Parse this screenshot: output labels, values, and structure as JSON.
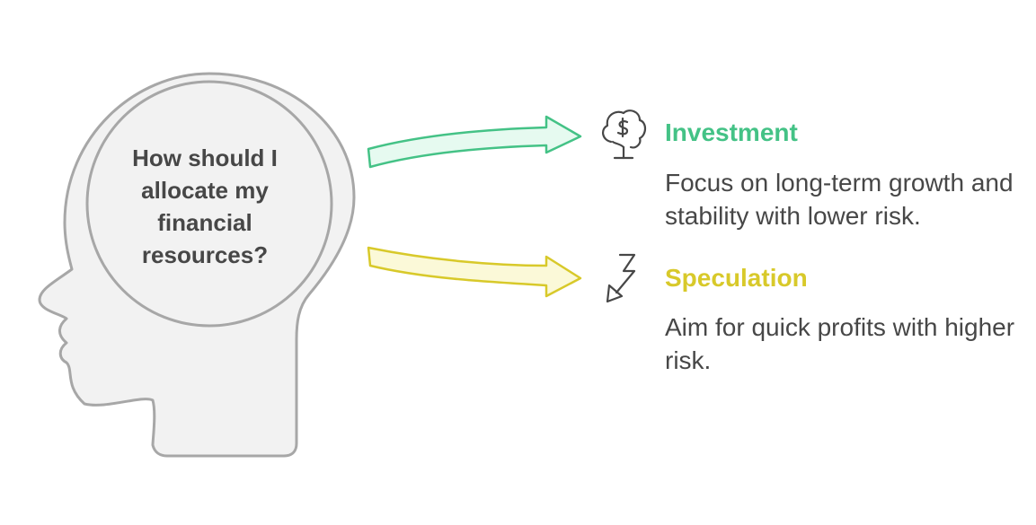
{
  "question": "How should I allocate my financial resources?",
  "branches": [
    {
      "title": "Investment",
      "description": "Focus on long-term growth and stability with lower risk.",
      "icon": "money-plant-icon",
      "color": "#44c286",
      "arrow_fill": "#e6faf0"
    },
    {
      "title": "Speculation",
      "description": "Aim for quick profits with higher risk.",
      "icon": "lightning-icon",
      "color": "#d8c92a",
      "arrow_fill": "#fbf9d8"
    }
  ],
  "colors": {
    "head_fill": "#f2f2f2",
    "head_stroke": "#a7a7a7",
    "text": "#474747"
  }
}
